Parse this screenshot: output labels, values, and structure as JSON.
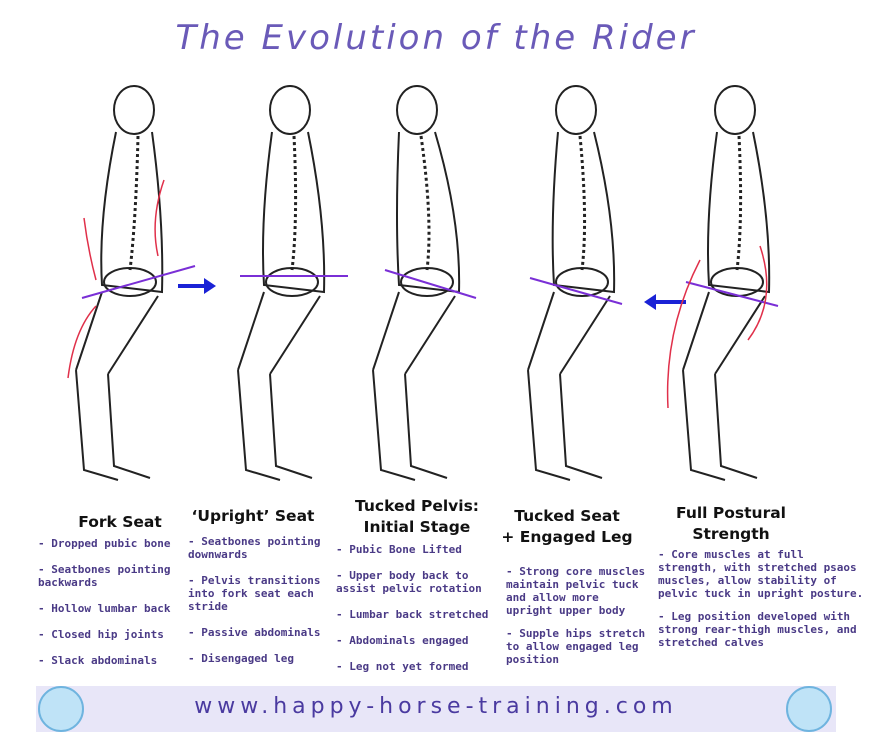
{
  "title": "The Evolution of the Rider",
  "stages": [
    {
      "heading": [
        "Fork Seat"
      ],
      "bullets": [
        "Dropped pubic bone",
        "Seatbones pointing backwards",
        "Hollow lumbar back",
        "Closed hip joints",
        "Slack abdominals"
      ]
    },
    {
      "heading": [
        "‘Upright’ Seat"
      ],
      "bullets": [
        "Seatbones pointing downwards",
        "Pelvis transitions into fork seat each stride",
        "Passive abdominals",
        "Disengaged leg"
      ]
    },
    {
      "heading": [
        "Tucked Pelvis:",
        "Initial Stage"
      ],
      "bullets": [
        "Pubic Bone Lifted",
        "Upper body back to assist pelvic rotation",
        "Lumbar back stretched",
        "Abdominals engaged",
        "Leg not yet formed"
      ]
    },
    {
      "heading": [
        "Tucked Seat",
        "+ Engaged Leg"
      ],
      "bullets": [
        "Strong core muscles maintain pelvic tuck and allow more upright upper body",
        "Supple hips stretch to allow engaged leg position"
      ]
    },
    {
      "heading": [
        "Full Postural",
        "Strength"
      ],
      "bullets": [
        "Core muscles at full strength, with stretched psaos muscles, allow stability of pelvic tuck in upright posture.",
        "Leg position developed with strong rear-thigh muscles, and stretched calves"
      ]
    }
  ],
  "footer": {
    "url": "www.happy-horse-training.com"
  },
  "colors": {
    "title": "#6a5ab8",
    "pelvis_line": "#7a2fd6",
    "arrow_blue": "#1a22d6",
    "arrow_red": "#e0304a",
    "footer_bg": "#e8e6f8"
  }
}
